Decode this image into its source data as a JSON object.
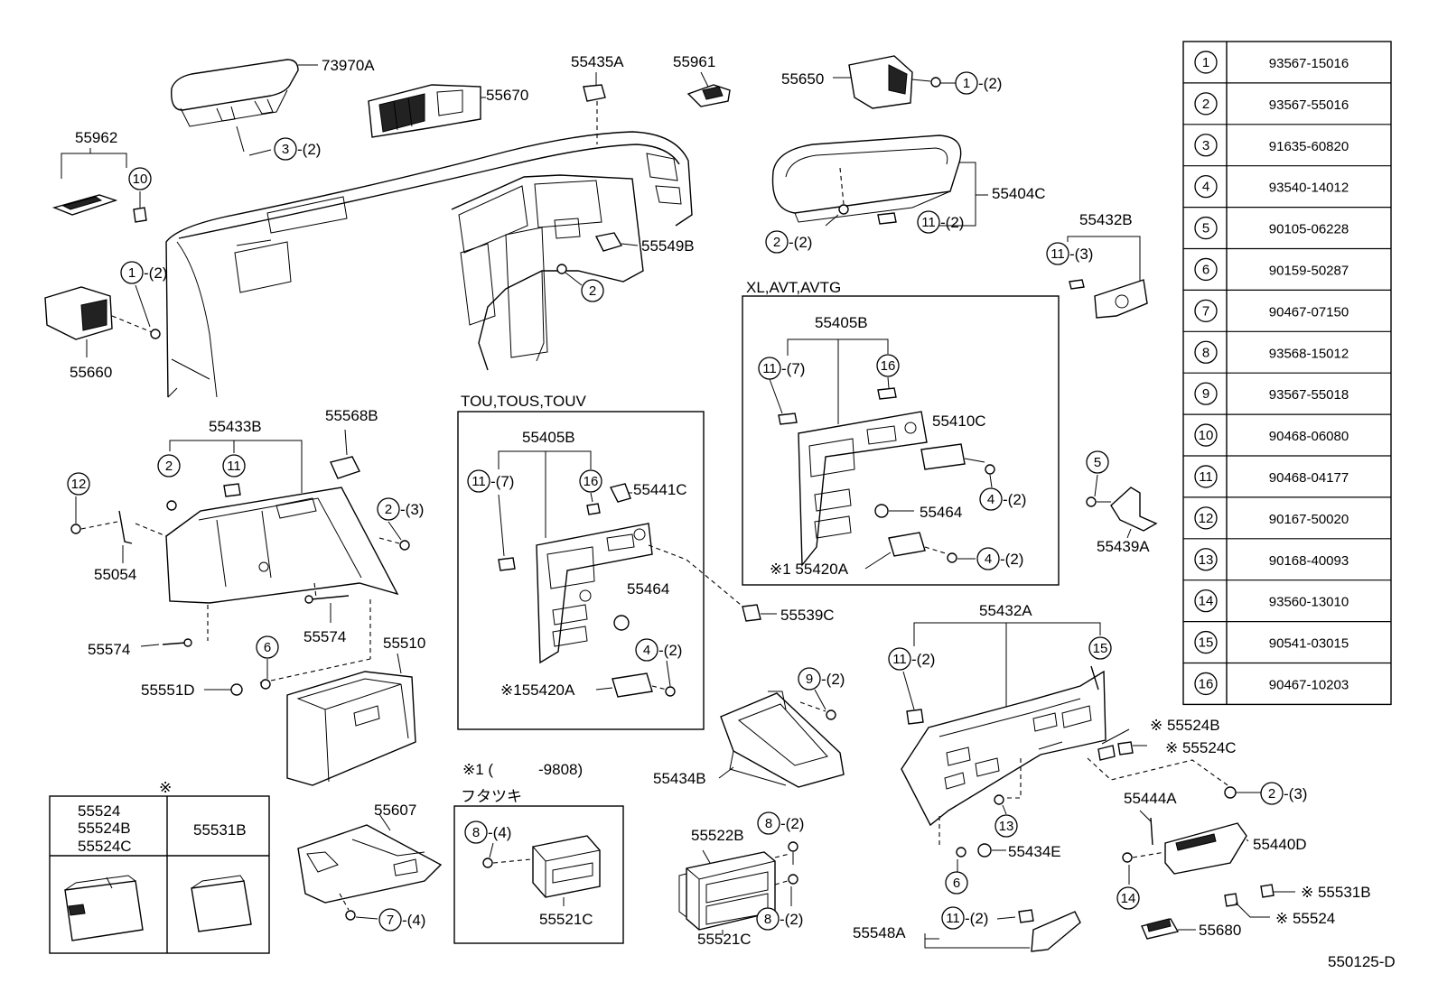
{
  "labels": [
    "73970A",
    "55670",
    "55435A",
    "55961",
    "55650",
    "55962",
    "55549B",
    "55660",
    "55404C",
    "55432B",
    "55405B",
    "55410C",
    "55464",
    "※1 55420A",
    "55405B",
    "55441C",
    "55464",
    "※155420A",
    "55539C",
    "55433B",
    "55568B",
    "55054",
    "55574",
    "55574",
    "55510",
    "55551D",
    "55439A",
    "55432A",
    "※ 55524B",
    "※ 55524C",
    "55434B",
    "55444A",
    "55440D",
    "55434E",
    "※ 55531B",
    "※ 55524",
    "55680",
    "55548A",
    "55521C",
    "55607",
    "55522B",
    "55521C",
    "550125-D"
  ],
  "callouts": [
    {
      "num": "1",
      "suffix": "-(2)"
    },
    {
      "num": "10",
      "suffix": ""
    },
    {
      "num": "3",
      "suffix": "-(2)"
    },
    {
      "num": "2",
      "suffix": ""
    },
    {
      "num": "1",
      "suffix": "-(2)"
    },
    {
      "num": "11",
      "suffix": "-(2)"
    },
    {
      "num": "2",
      "suffix": "-(2)"
    },
    {
      "num": "11",
      "suffix": "-(3)"
    },
    {
      "num": "11",
      "suffix": "-(7)"
    },
    {
      "num": "16",
      "suffix": ""
    },
    {
      "num": "4",
      "suffix": "-(2)"
    },
    {
      "num": "4",
      "suffix": "-(2)"
    },
    {
      "num": "11",
      "suffix": "-(7)"
    },
    {
      "num": "16",
      "suffix": ""
    },
    {
      "num": "4",
      "suffix": "-(2)"
    },
    {
      "num": "2",
      "suffix": ""
    },
    {
      "num": "11",
      "suffix": ""
    },
    {
      "num": "12",
      "suffix": ""
    },
    {
      "num": "2",
      "suffix": "-(3)"
    },
    {
      "num": "6",
      "suffix": ""
    },
    {
      "num": "5",
      "suffix": ""
    },
    {
      "num": "11",
      "suffix": "-(2)"
    },
    {
      "num": "15",
      "suffix": ""
    },
    {
      "num": "9",
      "suffix": "-(2)"
    },
    {
      "num": "2",
      "suffix": "-(3)"
    },
    {
      "num": "13",
      "suffix": ""
    },
    {
      "num": "6",
      "suffix": ""
    },
    {
      "num": "14",
      "suffix": ""
    },
    {
      "num": "11",
      "suffix": "-(2)"
    },
    {
      "num": "8",
      "suffix": "-(4)"
    },
    {
      "num": "7",
      "suffix": "-(4)"
    },
    {
      "num": "8",
      "suffix": "-(2)"
    },
    {
      "num": "8",
      "suffix": "-(2)"
    }
  ],
  "groups": {
    "xl": "XL,AVT,AVTG",
    "tou": "TOU,TOUS,TOUV",
    "note_open": "※1 (",
    "note_close": "-9808)",
    "futatsuki": "フタツキ",
    "asterisk": "※"
  },
  "legend_box": {
    "left_lines": [
      "55524",
      "55524B",
      "55524C"
    ],
    "right": "55531B"
  },
  "table": [
    {
      "ref": "1",
      "part": "93567-15016"
    },
    {
      "ref": "2",
      "part": "93567-55016"
    },
    {
      "ref": "3",
      "part": "91635-60820"
    },
    {
      "ref": "4",
      "part": "93540-14012"
    },
    {
      "ref": "5",
      "part": "90105-06228"
    },
    {
      "ref": "6",
      "part": "90159-50287"
    },
    {
      "ref": "7",
      "part": "90467-07150"
    },
    {
      "ref": "8",
      "part": "93568-15012"
    },
    {
      "ref": "9",
      "part": "93567-55018"
    },
    {
      "ref": "10",
      "part": "90468-06080"
    },
    {
      "ref": "11",
      "part": "90468-04177"
    },
    {
      "ref": "12",
      "part": "90167-50020"
    },
    {
      "ref": "13",
      "part": "90168-40093"
    },
    {
      "ref": "14",
      "part": "93560-13010"
    },
    {
      "ref": "15",
      "part": "90541-03015"
    },
    {
      "ref": "16",
      "part": "90467-10203"
    }
  ]
}
